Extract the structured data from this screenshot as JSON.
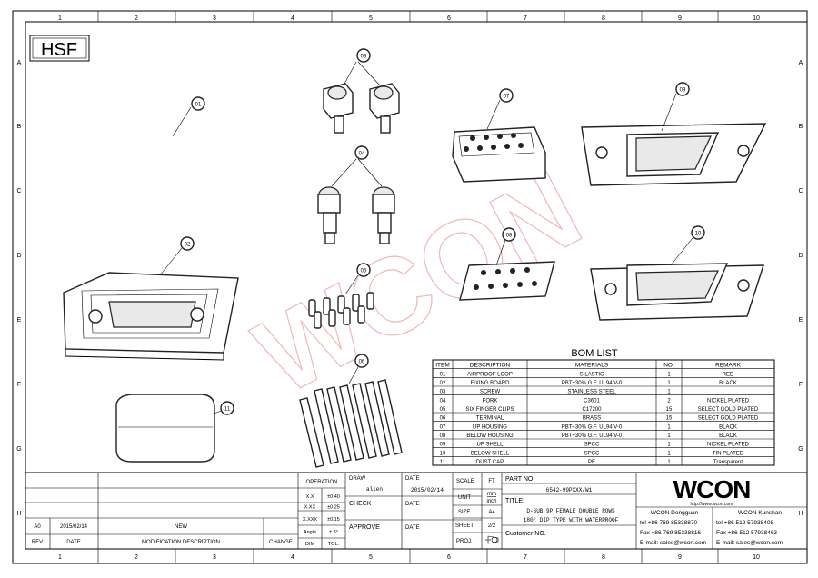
{
  "border": {
    "columns": [
      "1",
      "2",
      "3",
      "4",
      "5",
      "6",
      "7",
      "8",
      "9",
      "10"
    ],
    "rows": [
      "A",
      "B",
      "C",
      "D",
      "E",
      "F",
      "G",
      "H"
    ]
  },
  "logo_box": "HSF",
  "watermark": "WCON",
  "balloons": [
    "01",
    "02",
    "03",
    "04",
    "05",
    "06",
    "07",
    "08",
    "09",
    "10",
    "11"
  ],
  "bom": {
    "title": "BOM LIST",
    "headers": [
      "ITEM",
      "DESCRIPTION",
      "MATERIALS",
      "NO.",
      "REMARK"
    ],
    "rows": [
      [
        "01",
        "AIRPROOF LOOP",
        "SILASTIC",
        "1",
        "RED"
      ],
      [
        "02",
        "FIXING BOARD",
        "PBT+30% G.F. UL94 V-0",
        "1",
        "BLACK"
      ],
      [
        "03",
        "SCREW",
        "STAINLESS STEEL",
        "1",
        ""
      ],
      [
        "04",
        "FORK",
        "C3601",
        "2",
        "NICKEL PLATED"
      ],
      [
        "05",
        "SIX FINGER CLIPS",
        "C17200",
        "15",
        "SELECT GOLD PLATED"
      ],
      [
        "06",
        "TERMINAL",
        "BRASS",
        "15",
        "SELECT GOLD PLATED"
      ],
      [
        "07",
        "UP HOUSING",
        "PBT+30% G.F. UL94 V-0",
        "1",
        "BLACK"
      ],
      [
        "08",
        "BELOW HOUSING",
        "PBT+30% G.F. UL94 V-0",
        "1",
        "BLACK"
      ],
      [
        "09",
        "UP SHELL",
        "SPCC",
        "1",
        "NICKEL PLATED"
      ],
      [
        "10",
        "BELOW SHELL",
        "SPCC",
        "1",
        "TIN PLATED"
      ],
      [
        "11",
        "DUST CAP",
        "PE",
        "1",
        "Transparent"
      ]
    ]
  },
  "title_block": {
    "rev_header": {
      "rev": "REV",
      "date": "DATE",
      "desc": "MODIFICATION DESCRIPTION",
      "change": "CHANGE"
    },
    "rev_row": {
      "rev": "A0",
      "date": "2015/02/14",
      "desc": "NEW"
    },
    "operation": {
      "label": "OPERATION",
      "rows": [
        [
          "X.X",
          "±0.40"
        ],
        [
          "X.XX",
          "±0.25"
        ],
        [
          "X.XXX",
          "±0.15"
        ],
        [
          "Angle",
          "± 3°"
        ]
      ],
      "dim": "DIM",
      "tol": "TOL."
    },
    "draw_label": "DRAW",
    "draw_name": "allen",
    "check_label": "CHECK",
    "approve_label": "APPROVE",
    "date_label": "DATE",
    "draw_date": "2015/02/14",
    "scale_label": "SCALE",
    "scale_value": "FT",
    "unit_label": "UNIT",
    "unit_value_1": "mm",
    "unit_value_2": "inch",
    "size_label": "SIZE",
    "size_value": "A4",
    "sheet_label": "SHEET",
    "sheet_value": "2/2",
    "proj_label": "PROJ.",
    "part_no_label": "PART NO.",
    "part_no": "6542-99PXXX/W1",
    "title_label": "TITLE:",
    "title_line1": "D-SUB 9P FEMALE DOUBLE ROWS",
    "title_line2": "180° DIP TYPE WITH WATERPROOF",
    "customer_label": "Customer NO.",
    "company_logo": "WCON",
    "company_web": "http://www.wcon.com",
    "contacts": [
      {
        "office": "WCON Dongguan",
        "tel": "tel +86 769 85338870",
        "fax": "Fax +86 769 85338816",
        "email": "E-mail: sales@wcon.com"
      },
      {
        "office": "WCON Kunshan",
        "tel": "tel +86 512 57938408",
        "fax": "Fax +86 512 57938463",
        "email": "E-mail: sales@wcon.com"
      }
    ]
  }
}
